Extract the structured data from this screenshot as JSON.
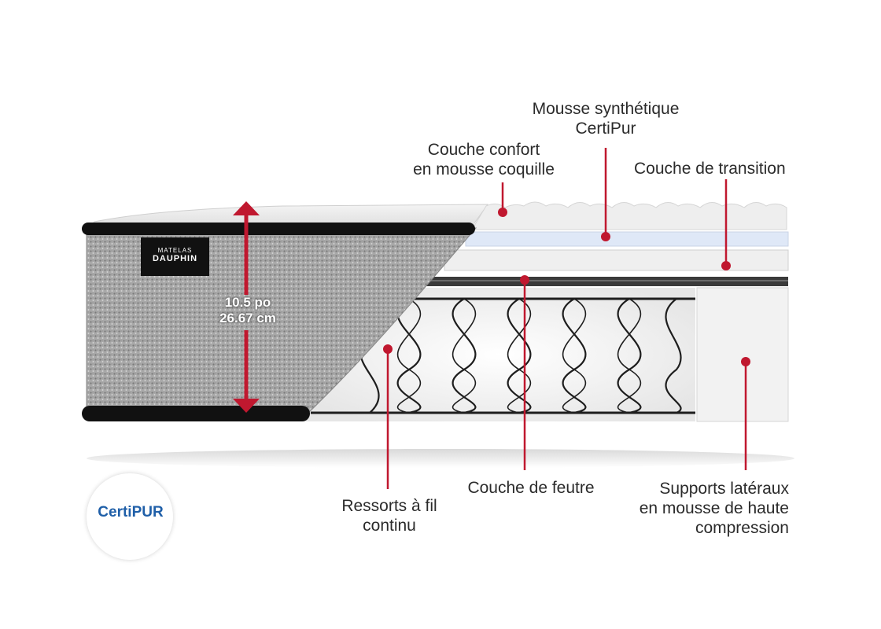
{
  "labels": {
    "synthetic_foam": {
      "line1": "Mousse synthétique",
      "line2": "CertiPur"
    },
    "comfort_layer": {
      "line1": "Couche confort",
      "line2": "en mousse coquille"
    },
    "transition_layer": {
      "line1": "Couche de transition"
    },
    "felt_layer": {
      "line1": "Couche de feutre"
    },
    "springs": {
      "line1": "Ressorts à fil",
      "line2": "continu"
    },
    "side_supports": {
      "line1": "Supports latéraux",
      "line2": "en mousse de haute",
      "line3": "compression"
    }
  },
  "height": {
    "imperial": "10.5 po",
    "metric": "26.67 cm"
  },
  "brand": {
    "small": "MATELAS",
    "big": "DAUPHIN"
  },
  "certification": {
    "text": "CertiPUR"
  },
  "colors": {
    "accent": "#c0182f",
    "fabric": "#a9a9a9",
    "band": "#111111",
    "blue_foam": "#dfe8f7",
    "certi_blue": "#1f5fa8"
  }
}
